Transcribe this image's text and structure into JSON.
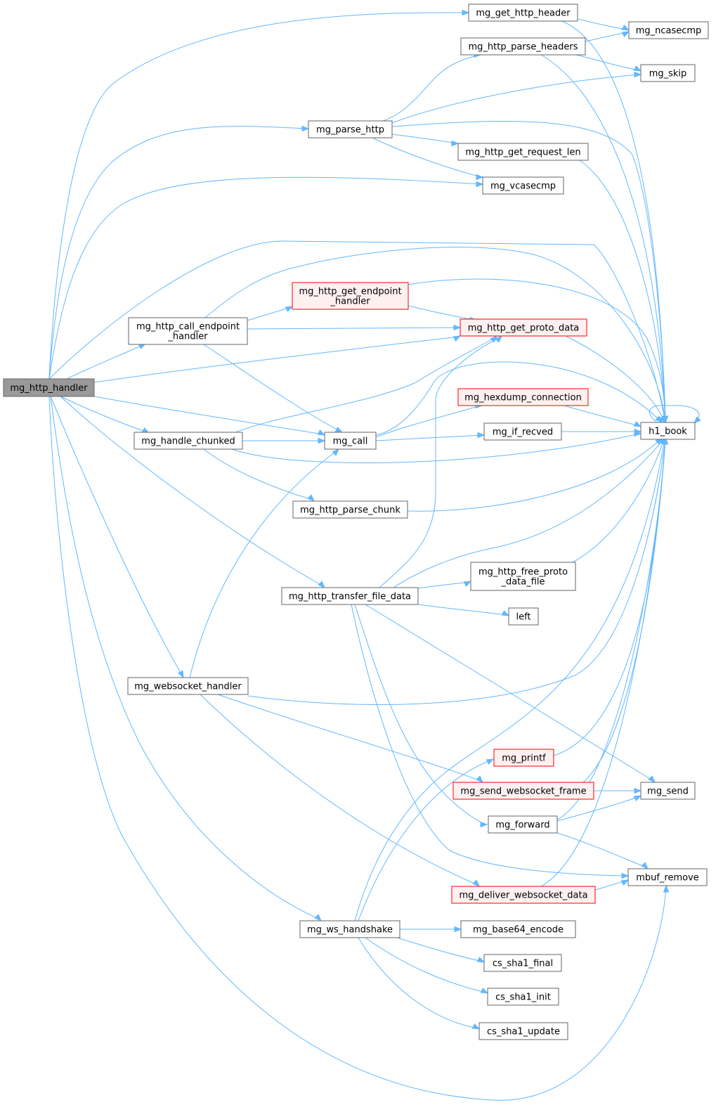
{
  "colors": {
    "edge": "#63b8ff",
    "root_fill": "#999999",
    "root_stroke": "#666666",
    "node_fill": "#ffffff",
    "node_stroke": "#666666",
    "truncated_fill": "#fff0f0",
    "truncated_stroke": "#ff0000"
  },
  "nodes": {
    "mg_http_handler": {
      "lines": [
        "mg_http_handler"
      ],
      "kind": "root"
    },
    "mg_get_http_header": {
      "lines": [
        "mg_get_http_header"
      ],
      "kind": "normal"
    },
    "mg_ncasecmp": {
      "lines": [
        "mg_ncasecmp"
      ],
      "kind": "normal"
    },
    "mg_http_parse_headers": {
      "lines": [
        "mg_http_parse_headers"
      ],
      "kind": "normal"
    },
    "mg_skip": {
      "lines": [
        "mg_skip"
      ],
      "kind": "normal"
    },
    "mg_parse_http": {
      "lines": [
        "mg_parse_http"
      ],
      "kind": "normal"
    },
    "mg_http_get_request_len": {
      "lines": [
        "mg_http_get_request_len"
      ],
      "kind": "normal"
    },
    "mg_vcasecmp": {
      "lines": [
        "mg_vcasecmp"
      ],
      "kind": "normal"
    },
    "mg_http_get_endpoint_handler": {
      "lines": [
        "mg_http_get_endpoint",
        "_handler"
      ],
      "kind": "truncated"
    },
    "mg_http_call_endpoint_handler": {
      "lines": [
        "mg_http_call_endpoint",
        "_handler"
      ],
      "kind": "normal"
    },
    "mg_http_get_proto_data": {
      "lines": [
        "mg_http_get_proto_data"
      ],
      "kind": "truncated"
    },
    "h1_book": {
      "lines": [
        "h1_book"
      ],
      "kind": "normal"
    },
    "mg_hexdump_connection": {
      "lines": [
        "mg_hexdump_connection"
      ],
      "kind": "truncated"
    },
    "mg_handle_chunked": {
      "lines": [
        "mg_handle_chunked"
      ],
      "kind": "normal"
    },
    "mg_call": {
      "lines": [
        "mg_call"
      ],
      "kind": "normal"
    },
    "mg_if_recved": {
      "lines": [
        "mg_if_recved"
      ],
      "kind": "normal"
    },
    "mg_http_parse_chunk": {
      "lines": [
        "mg_http_parse_chunk"
      ],
      "kind": "normal"
    },
    "mg_http_free_proto_data_file": {
      "lines": [
        "mg_http_free_proto",
        "_data_file"
      ],
      "kind": "normal"
    },
    "mg_http_transfer_file_data": {
      "lines": [
        "mg_http_transfer_file_data"
      ],
      "kind": "normal"
    },
    "left": {
      "lines": [
        "left"
      ],
      "kind": "normal"
    },
    "mg_websocket_handler": {
      "lines": [
        "mg_websocket_handler"
      ],
      "kind": "normal"
    },
    "mg_printf": {
      "lines": [
        "mg_printf"
      ],
      "kind": "truncated"
    },
    "mg_send_websocket_frame": {
      "lines": [
        "mg_send_websocket_frame"
      ],
      "kind": "truncated"
    },
    "mg_send": {
      "lines": [
        "mg_send"
      ],
      "kind": "normal"
    },
    "mg_forward": {
      "lines": [
        "mg_forward"
      ],
      "kind": "normal"
    },
    "mbuf_remove": {
      "lines": [
        "mbuf_remove"
      ],
      "kind": "normal"
    },
    "mg_deliver_websocket_data": {
      "lines": [
        "mg_deliver_websocket_data"
      ],
      "kind": "truncated"
    },
    "mg_ws_handshake": {
      "lines": [
        "mg_ws_handshake"
      ],
      "kind": "normal"
    },
    "mg_base64_encode": {
      "lines": [
        "mg_base64_encode"
      ],
      "kind": "normal"
    },
    "cs_sha1_final": {
      "lines": [
        "cs_sha1_final"
      ],
      "kind": "normal"
    },
    "cs_sha1_init": {
      "lines": [
        "cs_sha1_init"
      ],
      "kind": "normal"
    },
    "cs_sha1_update": {
      "lines": [
        "cs_sha1_update"
      ],
      "kind": "normal"
    }
  },
  "edges": [
    [
      "mg_http_handler",
      "mg_get_http_header"
    ],
    [
      "mg_http_handler",
      "mg_parse_http"
    ],
    [
      "mg_http_handler",
      "mg_vcasecmp"
    ],
    [
      "mg_http_handler",
      "h1_book"
    ],
    [
      "mg_http_handler",
      "mg_http_call_endpoint_handler"
    ],
    [
      "mg_http_handler",
      "mg_http_get_proto_data"
    ],
    [
      "mg_http_handler",
      "mg_handle_chunked"
    ],
    [
      "mg_http_handler",
      "mg_call"
    ],
    [
      "mg_http_handler",
      "mg_http_transfer_file_data"
    ],
    [
      "mg_http_handler",
      "mg_websocket_handler"
    ],
    [
      "mg_http_handler",
      "mg_ws_handshake"
    ],
    [
      "mg_http_handler",
      "mbuf_remove"
    ],
    [
      "mg_get_http_header",
      "mg_ncasecmp"
    ],
    [
      "mg_get_http_header",
      "h1_book"
    ],
    [
      "mg_http_parse_headers",
      "mg_ncasecmp"
    ],
    [
      "mg_http_parse_headers",
      "mg_skip"
    ],
    [
      "mg_http_parse_headers",
      "h1_book"
    ],
    [
      "mg_parse_http",
      "mg_http_parse_headers"
    ],
    [
      "mg_parse_http",
      "mg_skip"
    ],
    [
      "mg_parse_http",
      "h1_book"
    ],
    [
      "mg_parse_http",
      "mg_http_get_request_len"
    ],
    [
      "mg_parse_http",
      "mg_vcasecmp"
    ],
    [
      "mg_http_get_request_len",
      "h1_book"
    ],
    [
      "mg_http_call_endpoint_handler",
      "h1_book"
    ],
    [
      "mg_http_call_endpoint_handler",
      "mg_http_get_endpoint_handler"
    ],
    [
      "mg_http_call_endpoint_handler",
      "mg_http_get_proto_data"
    ],
    [
      "mg_http_call_endpoint_handler",
      "mg_call"
    ],
    [
      "mg_http_get_endpoint_handler",
      "h1_book"
    ],
    [
      "mg_http_get_endpoint_handler",
      "mg_http_get_proto_data"
    ],
    [
      "mg_http_get_proto_data",
      "h1_book"
    ],
    [
      "h1_book",
      "h1_book"
    ],
    [
      "mg_call",
      "h1_book"
    ],
    [
      "mg_call",
      "mg_hexdump_connection"
    ],
    [
      "mg_call",
      "mg_if_recved"
    ],
    [
      "mg_hexdump_connection",
      "h1_book"
    ],
    [
      "mg_if_recved",
      "h1_book"
    ],
    [
      "mg_handle_chunked",
      "mg_http_get_proto_data"
    ],
    [
      "mg_handle_chunked",
      "mg_call"
    ],
    [
      "mg_handle_chunked",
      "h1_book"
    ],
    [
      "mg_handle_chunked",
      "mg_http_parse_chunk"
    ],
    [
      "mg_http_parse_chunk",
      "h1_book"
    ],
    [
      "mg_http_transfer_file_data",
      "mg_http_get_proto_data"
    ],
    [
      "mg_http_transfer_file_data",
      "h1_book"
    ],
    [
      "mg_http_transfer_file_data",
      "mg_http_free_proto_data_file"
    ],
    [
      "mg_http_transfer_file_data",
      "left"
    ],
    [
      "mg_http_transfer_file_data",
      "mg_send"
    ],
    [
      "mg_http_transfer_file_data",
      "mg_forward"
    ],
    [
      "mg_http_transfer_file_data",
      "mbuf_remove"
    ],
    [
      "mg_http_free_proto_data_file",
      "h1_book"
    ],
    [
      "mg_websocket_handler",
      "mg_call"
    ],
    [
      "mg_websocket_handler",
      "h1_book"
    ],
    [
      "mg_websocket_handler",
      "mg_send_websocket_frame"
    ],
    [
      "mg_websocket_handler",
      "mg_deliver_websocket_data"
    ],
    [
      "mg_printf",
      "h1_book"
    ],
    [
      "mg_send_websocket_frame",
      "h1_book"
    ],
    [
      "mg_send_websocket_frame",
      "mg_send"
    ],
    [
      "mg_forward",
      "h1_book"
    ],
    [
      "mg_forward",
      "mg_send"
    ],
    [
      "mg_forward",
      "mbuf_remove"
    ],
    [
      "mg_deliver_websocket_data",
      "h1_book"
    ],
    [
      "mg_deliver_websocket_data",
      "mbuf_remove"
    ],
    [
      "mg_ws_handshake",
      "h1_book"
    ],
    [
      "mg_ws_handshake",
      "mg_printf"
    ],
    [
      "mg_ws_handshake",
      "mg_base64_encode"
    ],
    [
      "mg_ws_handshake",
      "cs_sha1_final"
    ],
    [
      "mg_ws_handshake",
      "cs_sha1_init"
    ],
    [
      "mg_ws_handshake",
      "cs_sha1_update"
    ]
  ]
}
